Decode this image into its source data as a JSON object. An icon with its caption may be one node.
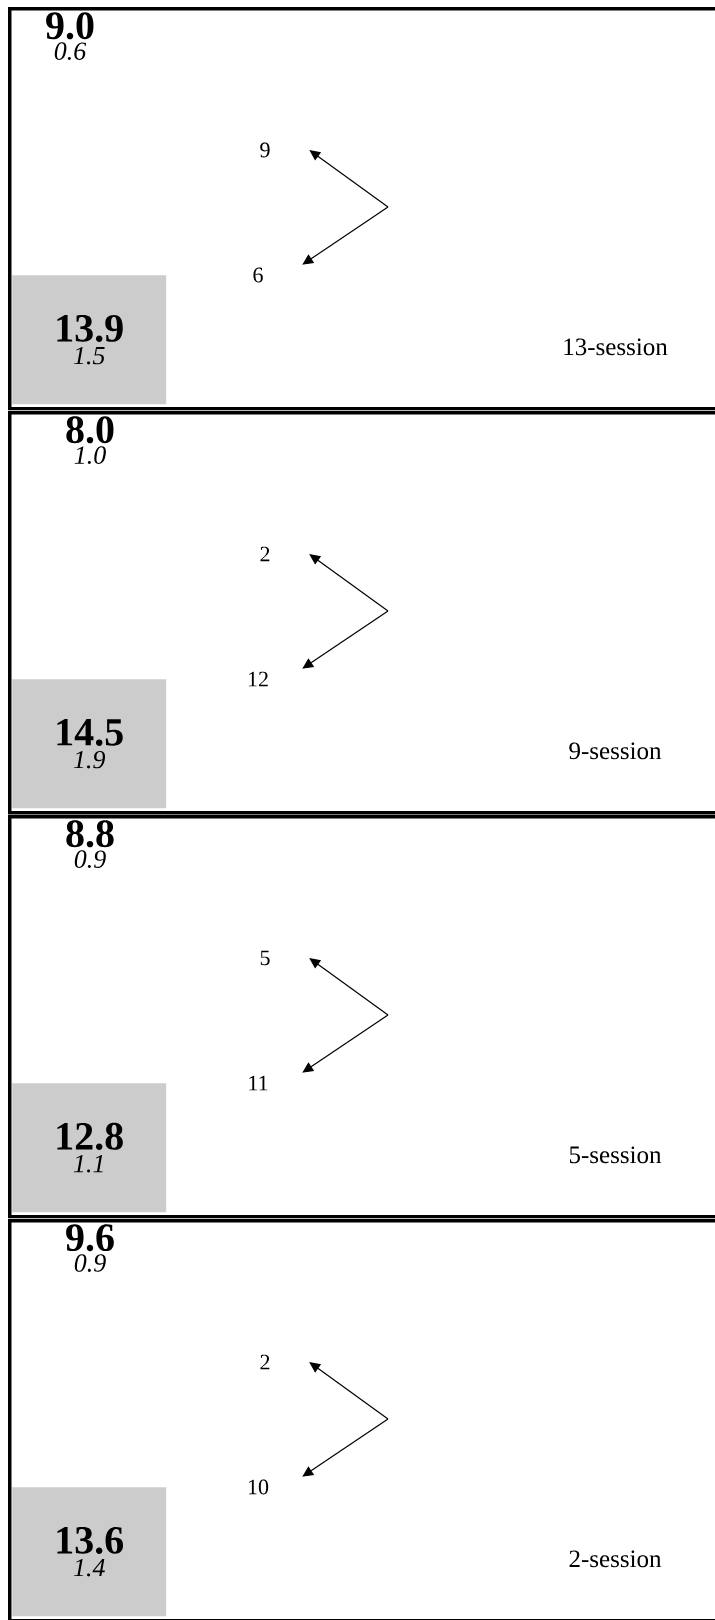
{
  "diagram": {
    "nodes": [
      {
        "text": [
          "13-session"
        ]
      },
      {
        "text": [
          "9.0",
          "0.6"
        ],
        "in": 0
      },
      {
        "text": [
          "9"
        ],
        "in": 0
      },
      {
        "text": [
          "6"
        ],
        "in": 0
      },
      {
        "text": [
          "13.9",
          "1.5"
        ],
        "in": 0
      },
      {
        "text": [
          "9-session"
        ]
      },
      {
        "text": [
          "8.0",
          "1.0"
        ],
        "in": 5
      },
      {
        "text": [
          "2"
        ],
        "in": 5
      },
      {
        "text": [
          "12"
        ],
        "in": 5
      },
      {
        "text": [
          "14.5",
          "1.9"
        ],
        "in": 5
      },
      {
        "text": [
          "5-session"
        ]
      },
      {
        "text": [
          "8.8",
          "0.9"
        ],
        "in": 10
      },
      {
        "text": [
          "5"
        ],
        "in": 10
      },
      {
        "text": [
          "11"
        ],
        "in": 10
      },
      {
        "text": [
          "12.8",
          "1.1"
        ],
        "in": 10
      },
      {
        "text": [
          "2-session"
        ]
      },
      {
        "text": [
          "9.6",
          "0.9"
        ],
        "in": 15
      },
      {
        "text": [
          "2"
        ],
        "in": 15
      },
      {
        "text": [
          "10"
        ],
        "in": 15
      },
      {
        "text": [
          "13.6",
          "1.4"
        ],
        "in": 15
      }
    ],
    "edges": [
      {
        "from": null,
        "to": 2,
        "arrow": "to"
      },
      {
        "from": null,
        "to": 3,
        "arrow": "to"
      },
      {
        "from": null,
        "to": 7,
        "arrow": "to"
      },
      {
        "from": null,
        "to": 8,
        "arrow": "to"
      },
      {
        "from": null,
        "to": 12,
        "arrow": "to"
      },
      {
        "from": null,
        "to": 13,
        "arrow": "to"
      },
      {
        "from": null,
        "to": 17,
        "arrow": "to"
      },
      {
        "from": null,
        "to": 18,
        "arrow": "to"
      }
    ]
  }
}
